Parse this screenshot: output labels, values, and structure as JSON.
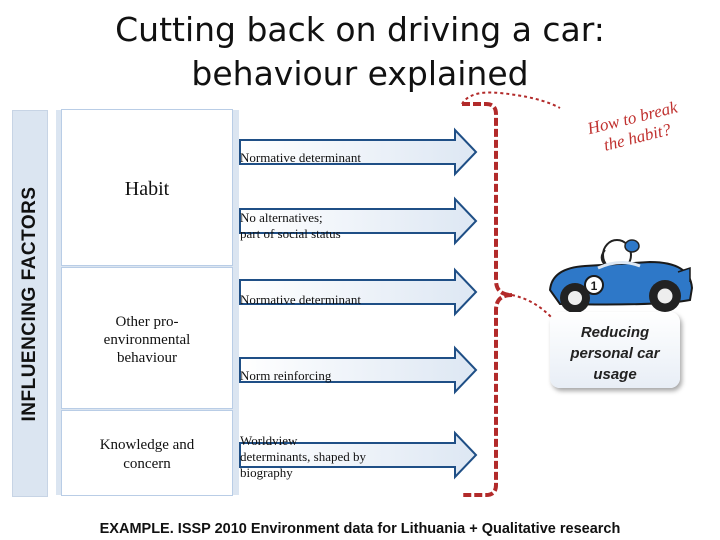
{
  "title_line1": "Cutting back on driving a car:",
  "title_line2": "behaviour explained",
  "side_label": "INFLUENCING FACTORS",
  "factors": {
    "habit": "Habit",
    "other_line1": "Other pro-",
    "other_line2": "environmental",
    "other_line3": "behaviour",
    "knowledge_line1": "Knowledge and",
    "knowledge_line2": "concern"
  },
  "determinants": {
    "d1": "Normative determinant",
    "d2_line1": "No alternatives;",
    "d2_line2": "part of social status",
    "d3": "Normative determinant",
    "d4": "Norm reinforcing",
    "d5_line1": "Worldview",
    "d5_line2": "determinants, shaped by",
    "d5_line3": "biography"
  },
  "callout_line1": "How to break",
  "callout_line2": "the habit?",
  "outcome_line1": "Reducing",
  "outcome_line2": "personal car",
  "outcome_line3": "usage",
  "footer": "EXAMPLE. ISSP 2010 Environment data for Lithuania + Qualitative research",
  "colors": {
    "panel": "#dbe5f1",
    "factor_border": "#b9cde6",
    "bracket": "#b22a2a",
    "callout": "#c0312f",
    "car": "#2e78c8"
  }
}
